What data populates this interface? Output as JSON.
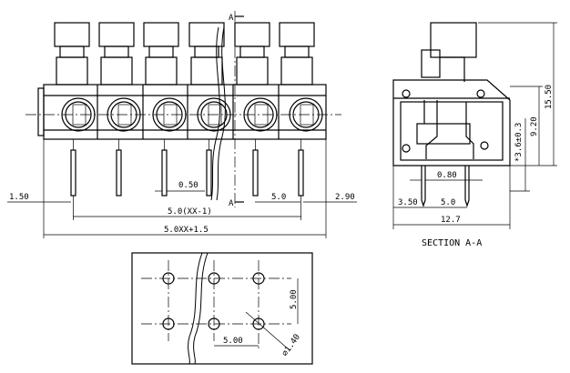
{
  "front_view": {
    "dim_left_offset": "1.50",
    "dim_gap": "0.50",
    "dim_pitch": "5.0",
    "dim_right_offset": "2.90",
    "dim_pin_span": "5.0(XX-1)",
    "dim_total_length": "5.0XX+1.5",
    "section_mark_top": "A",
    "section_mark_bottom": "A"
  },
  "side_view": {
    "dim_height_total": "15.50",
    "dim_height_body": "9.20",
    "dim_height_pin": "*3.6±0.3",
    "dim_pin_width": "0.80",
    "dim_left": "3.50",
    "dim_mid": "5.0",
    "dim_width": "12.7",
    "caption": "SECTION A-A"
  },
  "footprint_view": {
    "dim_row_pitch": "5.00",
    "dim_col_pitch": "5.00",
    "dim_hole": "⌀1.40"
  }
}
